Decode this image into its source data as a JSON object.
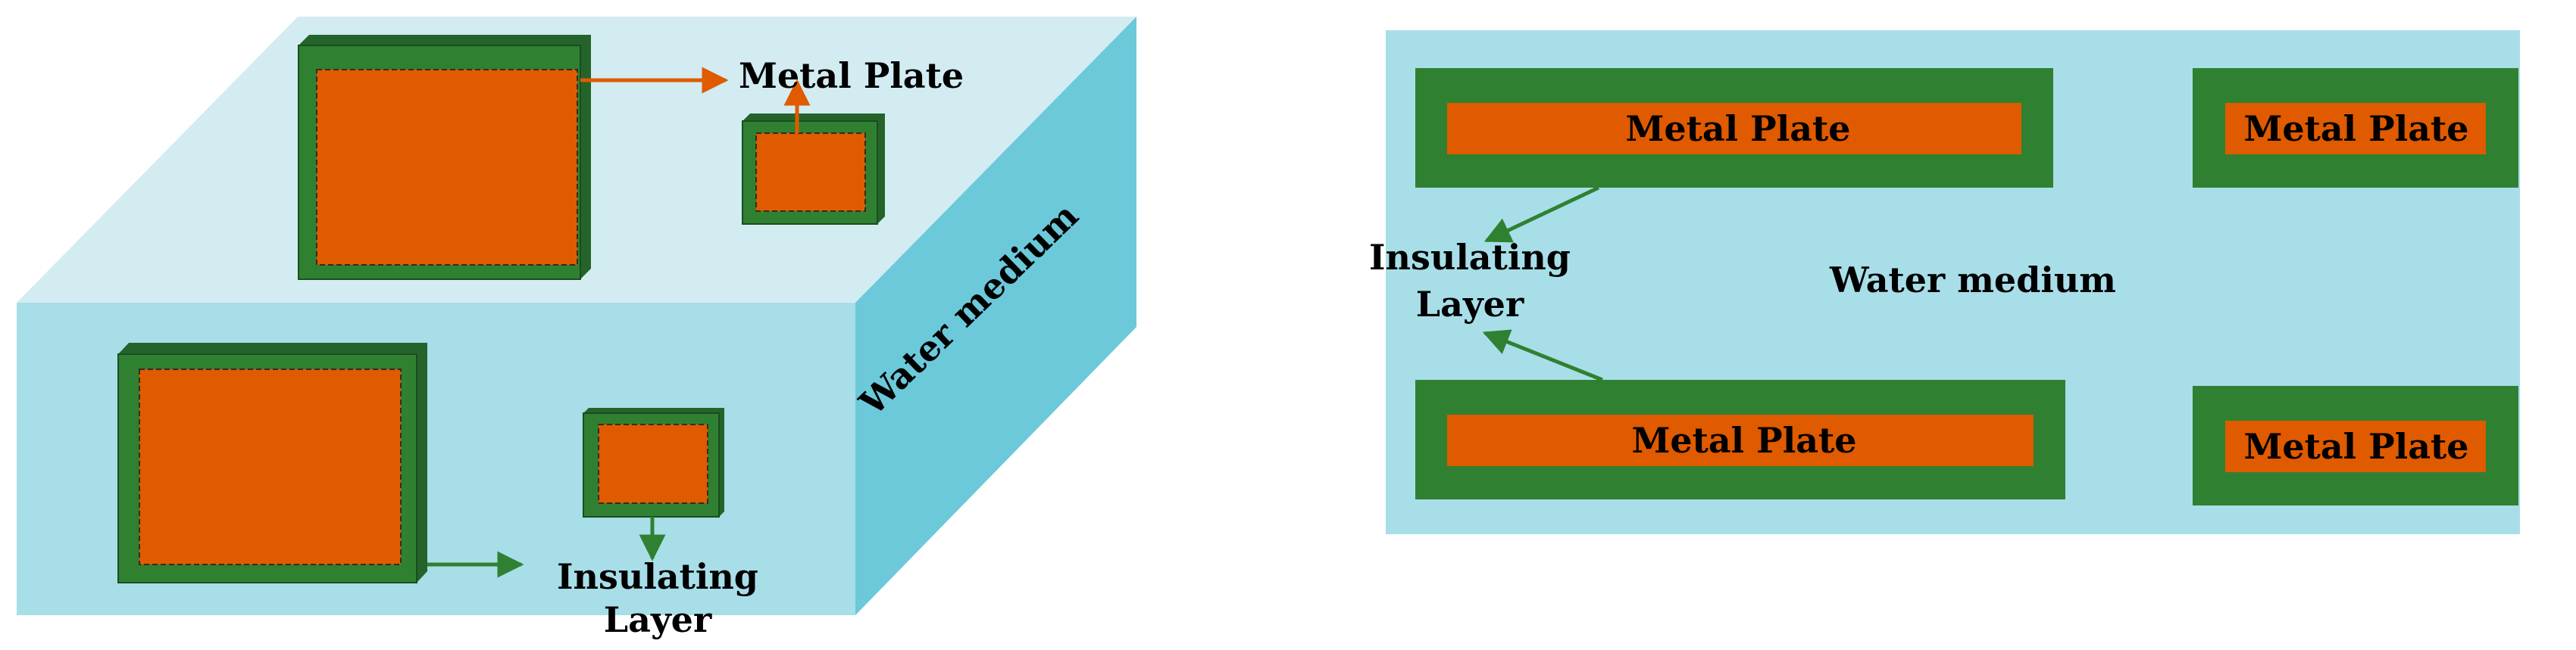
{
  "colors": {
    "water_top": "#d2ecf2",
    "water_front": "#a8dee8",
    "water_side": "#6bc9da",
    "insulation": "#2f8131",
    "insulation_dark": "#24642a",
    "metal": "#e05a00",
    "arrow_orange": "#e05a00",
    "arrow_green": "#2f8131"
  },
  "left_view": {
    "metal_plate_label": "Metal Plate",
    "insulating_label_line1": "Insulating",
    "insulating_label_line2": "Layer",
    "water_medium_label": "Water medium"
  },
  "right_view": {
    "plates": [
      {
        "label": "Metal Plate"
      },
      {
        "label": "Metal Plate"
      },
      {
        "label": "Metal Plate"
      },
      {
        "label": "Metal Plate"
      }
    ],
    "insulating_label_line1": "Insulating",
    "insulating_label_line2": "Layer",
    "water_medium_label": "Water medium"
  }
}
